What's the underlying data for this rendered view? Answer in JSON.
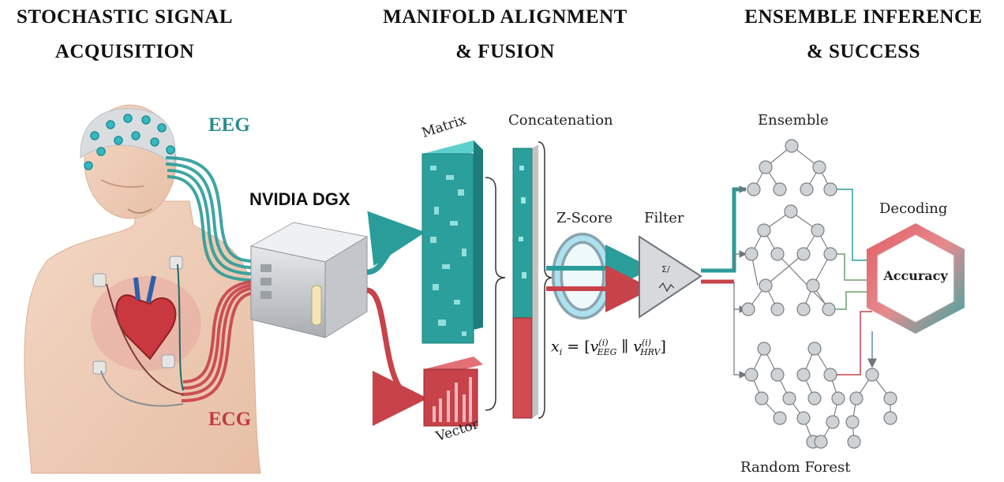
{
  "titles": {
    "stage1_line1": "STOCHASTIC SIGNAL",
    "stage1_line2": "ACQUISITION",
    "stage2_line1": "MANIFOLD ALIGNMENT",
    "stage2_line2": "& FUSION",
    "stage3_line1": "ENSEMBLE INFERENCE",
    "stage3_line2": "& SUCCESS"
  },
  "signals": {
    "eeg": "EEG",
    "ecg": "ECG"
  },
  "hardware": {
    "server": "NVIDIA DGX"
  },
  "fusion": {
    "matrix": "Matrix",
    "vector": "Vector",
    "concatenation": "Concatenation",
    "zscore": "Z-Score",
    "filter": "Filter",
    "formula_lhs": "x",
    "formula_lhs_sub": "i",
    "formula_eq": " = [",
    "formula_v1": "v",
    "formula_v1_sup": "(i)",
    "formula_v1_sub": "EEG",
    "formula_sep": " ∥ ",
    "formula_v2": "v",
    "formula_v2_sup": "(i)",
    "formula_v2_sub": "HRV",
    "formula_close": "]"
  },
  "inference": {
    "ensemble": "Ensemble",
    "random_forest": "Random Forest",
    "decoding": "Decoding",
    "accuracy": "Accuracy"
  },
  "colors": {
    "teal": "#2a9d9a",
    "red": "#c8424a",
    "node_fill": "#cfd3d6",
    "edge": "#7a7f85"
  },
  "icons": [
    "human-torso-illustration",
    "eeg-cap-icon",
    "heart-icon",
    "server-icon",
    "ring-icon",
    "filter-triangle-icon",
    "hexagon-badge-icon"
  ]
}
